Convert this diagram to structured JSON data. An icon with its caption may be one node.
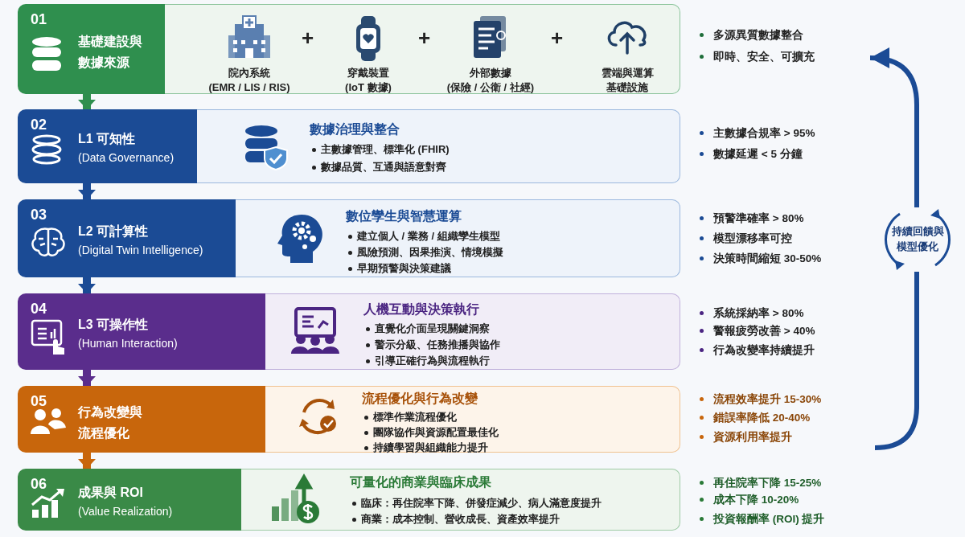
{
  "diagram": {
    "nodes": [
      {
        "text": [
          "01",
          "基礎建設與數據來源"
        ]
      },
      {
        "text": [],
        "shape": "box",
        "beside": [
          "多源異質數據整合",
          "即時、安全、可擴充"
        ]
      },
      {
        "text": [
          "院內系統 (EMR / LIS / RIS)"
        ],
        "in": 1
      },
      {
        "text": [
          "穿戴裝置 (IoT 數據)"
        ],
        "in": 1
      },
      {
        "text": [
          "外部數據 (保險 / 公衛 / 社經)"
        ],
        "in": 1
      },
      {
        "text": [
          "雲端與運算基礎設施"
        ],
        "in": 1
      },
      {
        "text": [
          "02",
          "L1 可知性",
          "(Data Governance)"
        ]
      },
      {
        "text": [
          "數據治理與整合",
          "主數據管理、標準化 (FHIR)",
          "數據品質、互通與語意對齊"
        ],
        "beside": [
          "主數據合規率 > 95%",
          "數據延遲 < 5 分鐘"
        ]
      },
      {
        "text": [
          "03",
          "L2 可計算性",
          "(Digital Twin Intelligence)"
        ]
      },
      {
        "text": [
          "數位孿生與智慧運算",
          "建立個人 / 業務 / 組織孿生模型",
          "風險預測、因果推演、情境模擬",
          "早期預警與決策建議"
        ],
        "beside": [
          "預警準確率 > 80%",
          "模型漂移率可控",
          "決策時間縮短 30-50%"
        ]
      },
      {
        "text": [
          "04",
          "L3 可操作性",
          "(Human Interaction)"
        ]
      },
      {
        "text": [
          "人機互動與決策執行",
          "直覺化介面呈現關鍵洞察",
          "警示分級、任務推播與協作",
          "引導正確行為與流程執行"
        ],
        "beside": [
          "系統採納率 > 80%",
          "警報疲勞改善 > 40%",
          "行為改變率持續提升"
        ]
      },
      {
        "text": [
          "05",
          "行為改變與流程優化"
        ]
      },
      {
        "text": [
          "流程優化與行為改變",
          "標準作業流程優化",
          "團隊協作與資源配置最佳化",
          "持續學習與組織能力提升"
        ],
        "beside": [
          "流程效率提升 15-30%",
          "錯誤率降低 20-40%",
          "資源利用率提升"
        ]
      },
      {
        "text": [
          "06",
          "成果與 ROI",
          "(Value Realization)"
        ]
      },
      {
        "text": [
          "可量化的商業與臨床成果",
          "臨床：再住院率下降、併發症減少、病人滿意度提升",
          "商業：成本控制、營收成長、資產效率提升"
        ],
        "beside": [
          "再住院率下降 15-25%",
          "成本下降 10-20%",
          "投資報酬率 (ROI) 提升"
        ]
      },
      {
        "text": [
          "持續回饋與模型優化"
        ]
      }
    ],
    "edges": [
      {
        "from": 0,
        "to": 6,
        "arrow": "to",
        "color": "#2f8f4e"
      },
      {
        "from": 6,
        "to": 8,
        "arrow": "to",
        "color": "#1b4b95"
      },
      {
        "from": 8,
        "to": 10,
        "arrow": "to",
        "color": "#1b4b95"
      },
      {
        "from": 10,
        "to": 12,
        "arrow": "to",
        "color": "#5a2d8c"
      },
      {
        "from": 12,
        "to": 14,
        "arrow": "to",
        "color": "#c8660c"
      },
      {
        "from": 16,
        "to": null,
        "arrow": "to"
      },
      {
        "from": null,
        "to": 16,
        "arrow": "none"
      }
    ],
    "labels": [
      "+",
      "+",
      "+"
    ]
  }
}
